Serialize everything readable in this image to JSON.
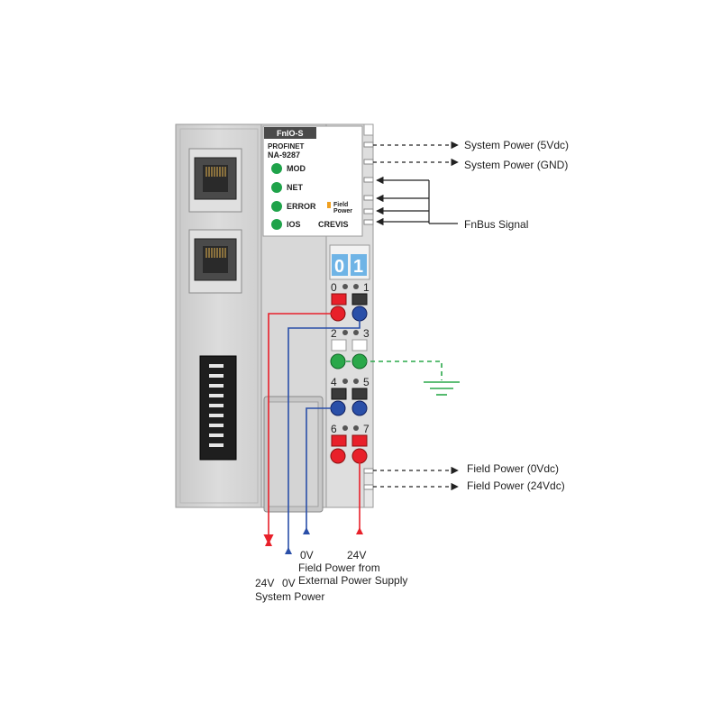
{
  "module": {
    "series": "FnIO-S",
    "protocol": "PROFINET",
    "model": "NA-9287",
    "brand": "CREVIS",
    "field_power_label_line1": "Field",
    "field_power_label_line2": "Power",
    "leds": [
      "MOD",
      "NET",
      "ERROR",
      "IOS"
    ],
    "slot_digit_1": "0",
    "slot_digit_2": "1",
    "terminal_numbers": [
      "0",
      "1",
      "2",
      "3",
      "4",
      "5",
      "6",
      "7"
    ]
  },
  "labels": {
    "system_power_5v": "System Power (5Vdc)",
    "system_power_gnd": "System Power (GND)",
    "fnbus_signal": "FnBus Signal",
    "field_power_0v": "Field Power (0Vdc)",
    "field_power_24v": "Field Power (24Vdc)",
    "sys_24v": "24V",
    "sys_0v": "0V",
    "system_power": "System Power",
    "field_0v": "0V",
    "field_24v": "24V",
    "field_power_from": "Field Power from",
    "external_supply": "External Power Supply"
  },
  "colors": {
    "red_wire": "#e8202a",
    "blue_wire": "#2a4fa8",
    "green_wire": "#2aa84a",
    "led_green": "#1fa34a",
    "module_gray": "#d6d6d6"
  }
}
